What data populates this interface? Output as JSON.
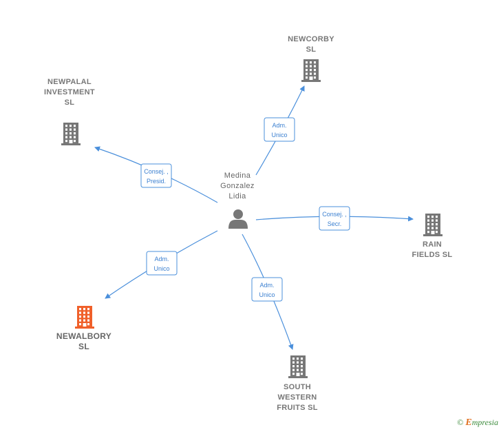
{
  "center": {
    "label_lines": [
      "Medina",
      "Gonzalez",
      "Lidia"
    ],
    "icon": "person-icon"
  },
  "companies": [
    {
      "id": "newcorby",
      "label_lines": [
        "NEWCORBY",
        "SL"
      ],
      "color": "#777777",
      "icon": "building-icon",
      "role_lines": [
        "Adm.",
        "Unico"
      ]
    },
    {
      "id": "newpalal",
      "label_lines": [
        "NEWPALAL",
        "INVESTMENT",
        "SL"
      ],
      "color": "#777777",
      "icon": "building-icon",
      "role_lines": [
        "Consej. ,",
        "Presid."
      ]
    },
    {
      "id": "rain-fields",
      "label_lines": [
        "RAIN",
        "FIELDS SL"
      ],
      "color": "#777777",
      "icon": "building-icon",
      "role_lines": [
        "Consej. ,",
        "Secr."
      ]
    },
    {
      "id": "newalbory",
      "label_lines": [
        "NEWALBORY",
        "SL"
      ],
      "color": "#f0602a",
      "icon": "building-icon",
      "role_lines": [
        "Adm.",
        "Unico"
      ]
    },
    {
      "id": "south-western",
      "label_lines": [
        "SOUTH",
        "WESTERN",
        "FRUITS  SL"
      ],
      "color": "#777777",
      "icon": "building-icon",
      "role_lines": [
        "Adm.",
        "Unico"
      ]
    }
  ],
  "colors": {
    "edge": "#4a8fdb",
    "building": "#777777",
    "highlight": "#f0602a"
  },
  "footer": {
    "copyright": "©",
    "brand_initial": "E",
    "brand_rest": "mpresia"
  }
}
